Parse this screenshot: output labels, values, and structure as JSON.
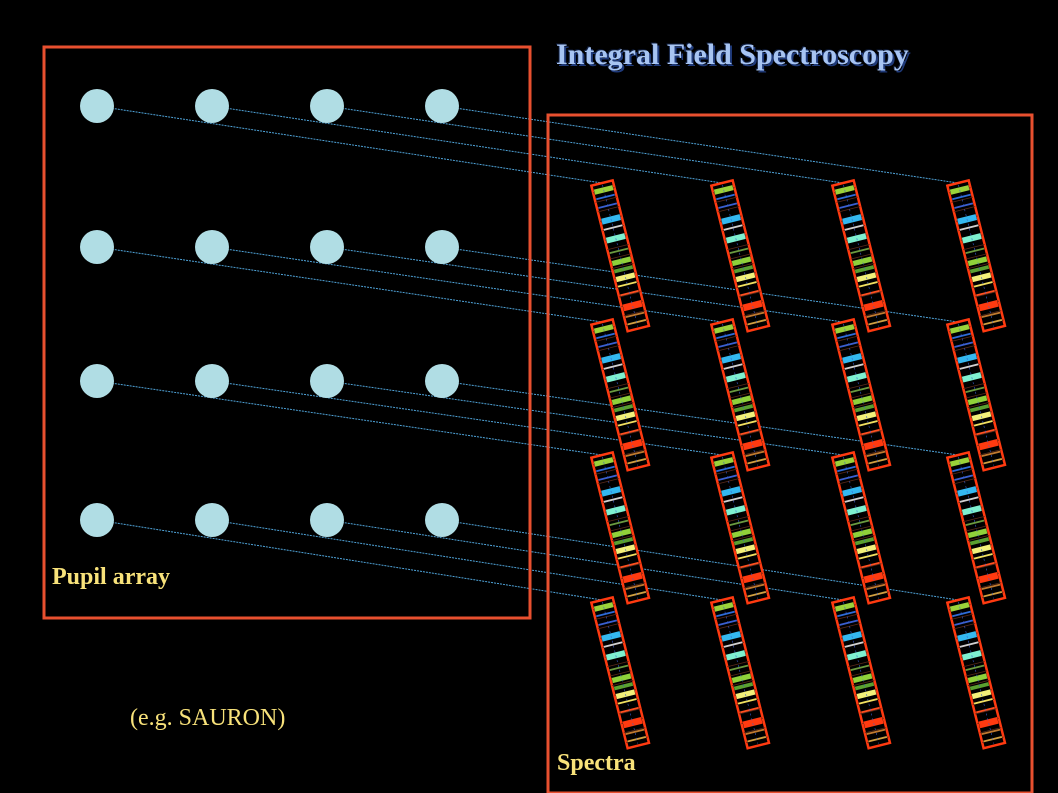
{
  "title": "Integral Field Spectroscopy",
  "pupil_label": "Pupil array",
  "spectra_label": "Spectra",
  "example_label": "(e.g. SAURON)",
  "colors": {
    "background": "#000000",
    "frame": "#e8502f",
    "lens": "#b0dde4",
    "connector": "#4fa3d8",
    "title": "#a7c4f2",
    "label": "#f8e27a",
    "spectrum_border": "#ff3a10"
  },
  "grid": {
    "rows": 4,
    "cols": 4
  },
  "spectrum_bands": [
    {
      "pos": 0.03,
      "thick": 0.035,
      "color": "#9bd23a"
    },
    {
      "pos": 0.09,
      "thick": 0.012,
      "color": "#2e6bd8"
    },
    {
      "pos": 0.15,
      "thick": 0.012,
      "color": "#3a5fd0"
    },
    {
      "pos": 0.23,
      "thick": 0.04,
      "color": "#34b8f0"
    },
    {
      "pos": 0.3,
      "thick": 0.012,
      "color": "#d0d0d0"
    },
    {
      "pos": 0.36,
      "thick": 0.04,
      "color": "#7ef0d0"
    },
    {
      "pos": 0.46,
      "thick": 0.012,
      "color": "#6a9a40"
    },
    {
      "pos": 0.52,
      "thick": 0.035,
      "color": "#8fd13a"
    },
    {
      "pos": 0.58,
      "thick": 0.025,
      "color": "#5aa030"
    },
    {
      "pos": 0.63,
      "thick": 0.035,
      "color": "#f2f07a"
    },
    {
      "pos": 0.69,
      "thick": 0.012,
      "color": "#f0e060"
    },
    {
      "pos": 0.75,
      "thick": 0.012,
      "color": "#ff5020"
    },
    {
      "pos": 0.82,
      "thick": 0.045,
      "color": "#ff3a10"
    },
    {
      "pos": 0.9,
      "thick": 0.012,
      "color": "#c07a30"
    },
    {
      "pos": 0.95,
      "thick": 0.012,
      "color": "#d0a040"
    }
  ]
}
